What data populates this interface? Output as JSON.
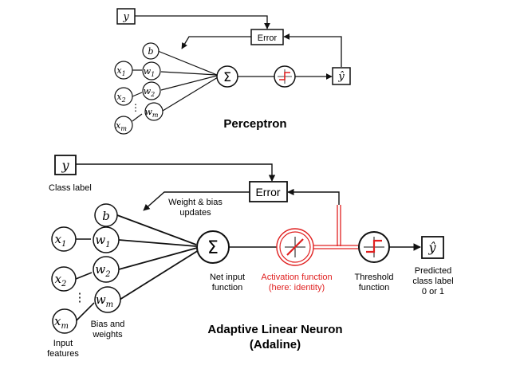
{
  "colors": {
    "ink": "#111111",
    "activation": "#e02020",
    "background": "#ffffff"
  },
  "perceptron": {
    "title": "Perceptron",
    "y_box": "y",
    "error_box": "Error",
    "yhat_box": "ŷ",
    "inputs": [
      {
        "base": "x",
        "sub": "1"
      },
      {
        "base": "x",
        "sub": "2"
      },
      {
        "base": "x",
        "sub": "m"
      }
    ],
    "bias": "b",
    "weights": [
      {
        "base": "w",
        "sub": "1"
      },
      {
        "base": "w",
        "sub": "2"
      },
      {
        "base": "w",
        "sub": "m"
      }
    ],
    "ellipsis": "⋮",
    "sum_symbol": "Σ"
  },
  "adaline": {
    "title_line1": "Adaptive Linear Neuron",
    "title_line2": "(Adaline)",
    "y_box": "y",
    "class_label": "Class label",
    "error_box": "Error",
    "update_line1": "Weight & bias",
    "update_line2": "updates",
    "inputs": [
      {
        "base": "x",
        "sub": "1"
      },
      {
        "base": "x",
        "sub": "2"
      },
      {
        "base": "x",
        "sub": "m"
      }
    ],
    "bias": "b",
    "weights": [
      {
        "base": "w",
        "sub": "1"
      },
      {
        "base": "w",
        "sub": "2"
      },
      {
        "base": "w",
        "sub": "m"
      }
    ],
    "ellipsis": "⋮",
    "sum_symbol": "Σ",
    "input_features_line1": "Input",
    "input_features_line2": "features",
    "bias_weights_line1": "Bias and",
    "bias_weights_line2": "weights",
    "net_input_line1": "Net input",
    "net_input_line2": "function",
    "activation_line1": "Activation function",
    "activation_line2": "(here: identity)",
    "threshold_line1": "Threshold",
    "threshold_line2": "function",
    "predicted_line1": "Predicted",
    "predicted_line2": "class label",
    "predicted_line3": "0 or 1",
    "yhat_box": "ŷ"
  }
}
